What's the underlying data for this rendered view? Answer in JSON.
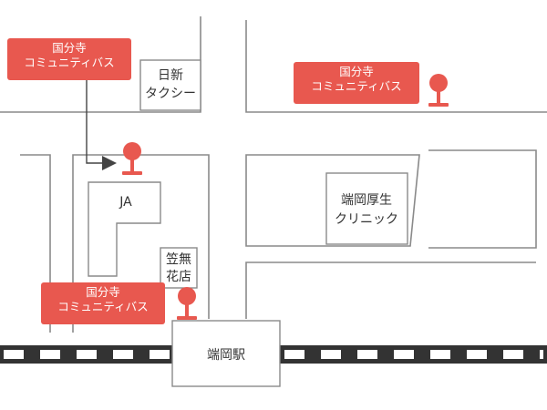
{
  "bus_stop_label": {
    "line1": "国分寺",
    "line2": "コミュニティバス"
  },
  "landmarks": {
    "taxi": {
      "line1": "日新",
      "line2": "タクシー"
    },
    "ja": "JA",
    "clinic": {
      "line1": "端岡厚生",
      "line2": "クリニック"
    },
    "florist": {
      "line1": "笠無",
      "line2": "花店"
    },
    "station": "端岡駅"
  },
  "colors": {
    "bus_stop": "#e8584f",
    "road": "#8a8a8a",
    "rail_dark": "#333333",
    "rail_light": "#ffffff",
    "text": "#333333"
  },
  "icons": {
    "bus_stop_marker": "map-pin-icon",
    "route_arrow": "arrow-right-icon"
  }
}
